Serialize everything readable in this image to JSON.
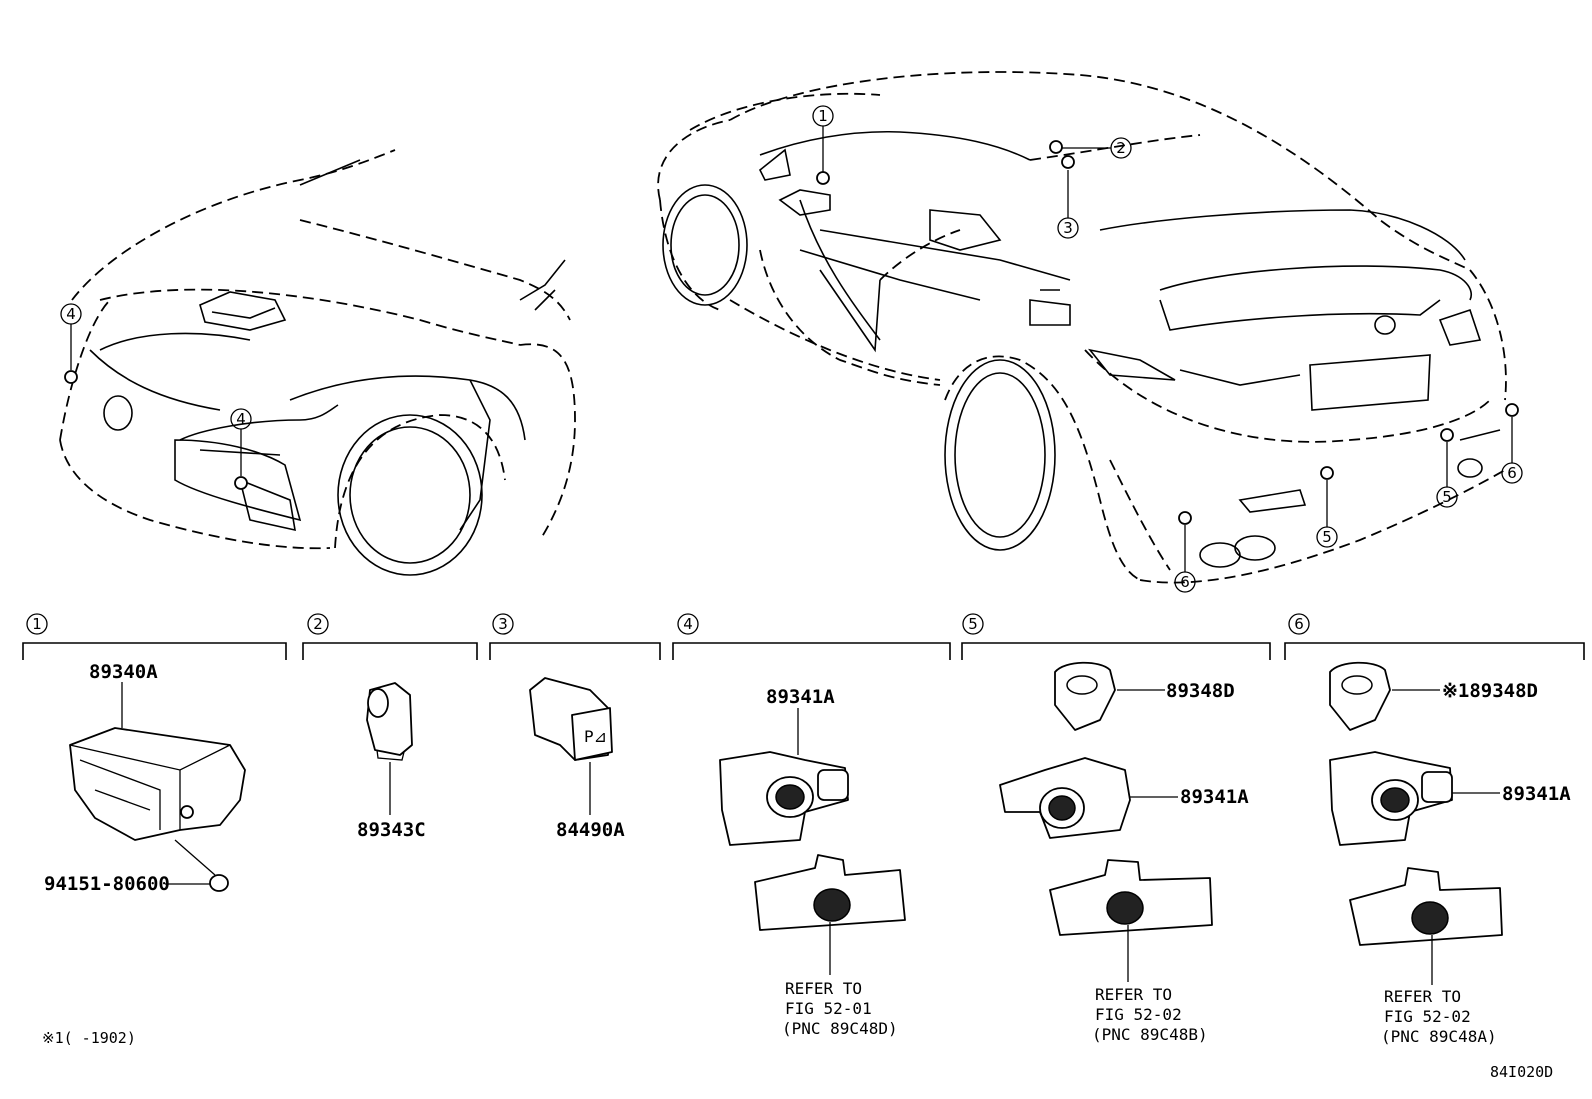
{
  "callouts": {
    "c1": "1",
    "c2": "2",
    "c3": "3",
    "c4": "4",
    "c5": "5",
    "c6": "6"
  },
  "sections": {
    "s1": {
      "num": "1",
      "part": "89340A",
      "clip": "94151-80600"
    },
    "s2": {
      "num": "2",
      "part": "89343C"
    },
    "s3": {
      "num": "3",
      "part": "84490A"
    },
    "s4": {
      "num": "4",
      "part": "89341A",
      "ref": [
        "REFER TO",
        "FIG 52-01",
        "(PNC 89C48D)"
      ]
    },
    "s5": {
      "num": "5",
      "cover": "89348D",
      "part": "89341A",
      "ref": [
        "REFER TO",
        "FIG 52-02",
        "(PNC 89C48B)"
      ]
    },
    "s6": {
      "num": "6",
      "cover": "※189348D",
      "part": "89341A",
      "ref": [
        "REFER TO",
        "FIG 52-02",
        "(PNC 89C48A)"
      ]
    }
  },
  "footnote": "※1(     -1902)",
  "figure_code": "84I020D"
}
